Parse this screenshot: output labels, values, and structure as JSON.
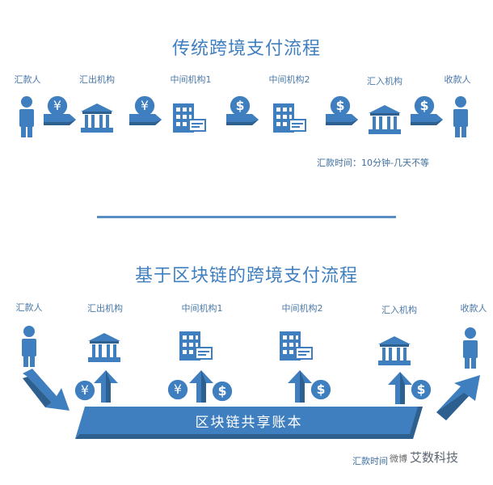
{
  "colors": {
    "primary": "#3f7fbf",
    "dark": "#2d5f8f",
    "light": "#8fb4dc"
  },
  "traditional": {
    "title": "传统跨境支付流程",
    "labels": [
      "汇款人",
      "汇出机构",
      "中间机构1",
      "中间机构2",
      "汇入机构",
      "收款人"
    ],
    "remit_time": "汇款时间：10分钟-几天不等"
  },
  "blockchain": {
    "title": "基于区块链的跨境支付流程",
    "labels": [
      "汇款人",
      "汇出机构",
      "中间机构1",
      "中间机构2",
      "汇入机构",
      "收款人"
    ],
    "ledger": "区块链共享账本",
    "remit_time": "汇款时间"
  },
  "watermark": {
    "platform": "微博",
    "brand": "艾数科技"
  },
  "icons": {
    "person": "person-icon",
    "bank": "bank-icon",
    "building": "office-building-icon",
    "yuan": "yuan-coin-icon",
    "dollar": "dollar-coin-icon"
  }
}
